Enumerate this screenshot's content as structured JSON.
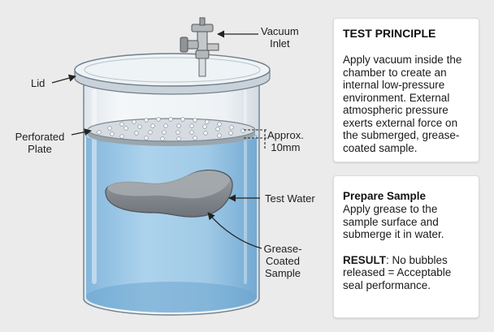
{
  "labels": {
    "vacuum_inlet": "Vacuum\nInlet",
    "lid": "Lid",
    "perforated_plate": "Perforated\nPlate",
    "gap": "Approx.\n10mm",
    "test_water": "Test Water",
    "sample": "Grease-\nCoated\nSample"
  },
  "principle_card": {
    "title": "TEST PRINCIPLE",
    "text": "Apply vacuum inside the chamber to create an internal low-pressure environment. External atmospheric pressure exerts external force on the submerged, grease-coated sample."
  },
  "procedure_card": {
    "prepare_title": "Prepare Sample",
    "prepare_text": "Apply grease to the sample surface and submerge it in water.",
    "result_label": "RESULT",
    "result_text": ": No bubbles released = Acceptable seal performance."
  },
  "colors": {
    "background": "#ebebeb",
    "water": "#9cc8e6",
    "glass_edge": "#6f7f8c",
    "sample": "#8a8f93",
    "card": "#ffffff"
  }
}
